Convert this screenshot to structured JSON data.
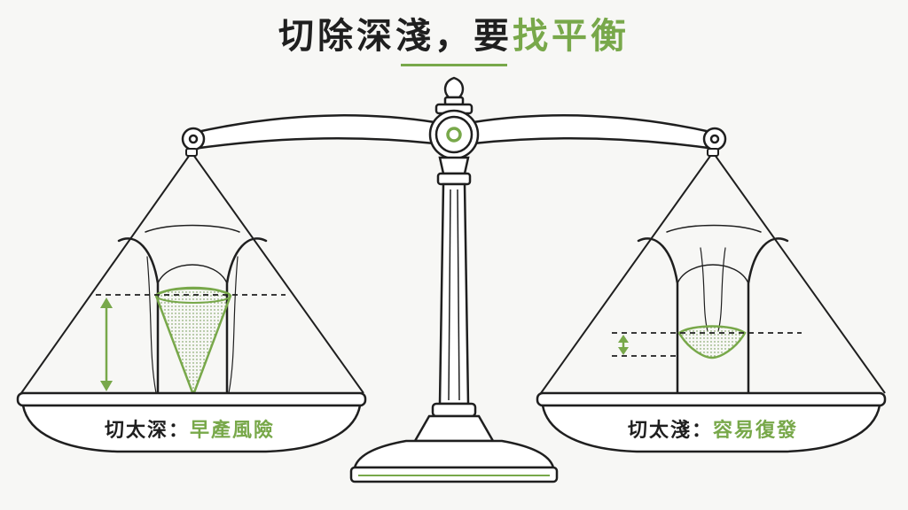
{
  "title": {
    "main": "切除深淺，要",
    "accent": "找平衡"
  },
  "left_pan": {
    "prefix": "切太深：",
    "result": "早產風險"
  },
  "right_pan": {
    "prefix": "切太淺：",
    "result": "容易復發"
  },
  "colors": {
    "accent": "#78a84a",
    "ink": "#1f1f1f",
    "background": "#f7f7f5"
  }
}
